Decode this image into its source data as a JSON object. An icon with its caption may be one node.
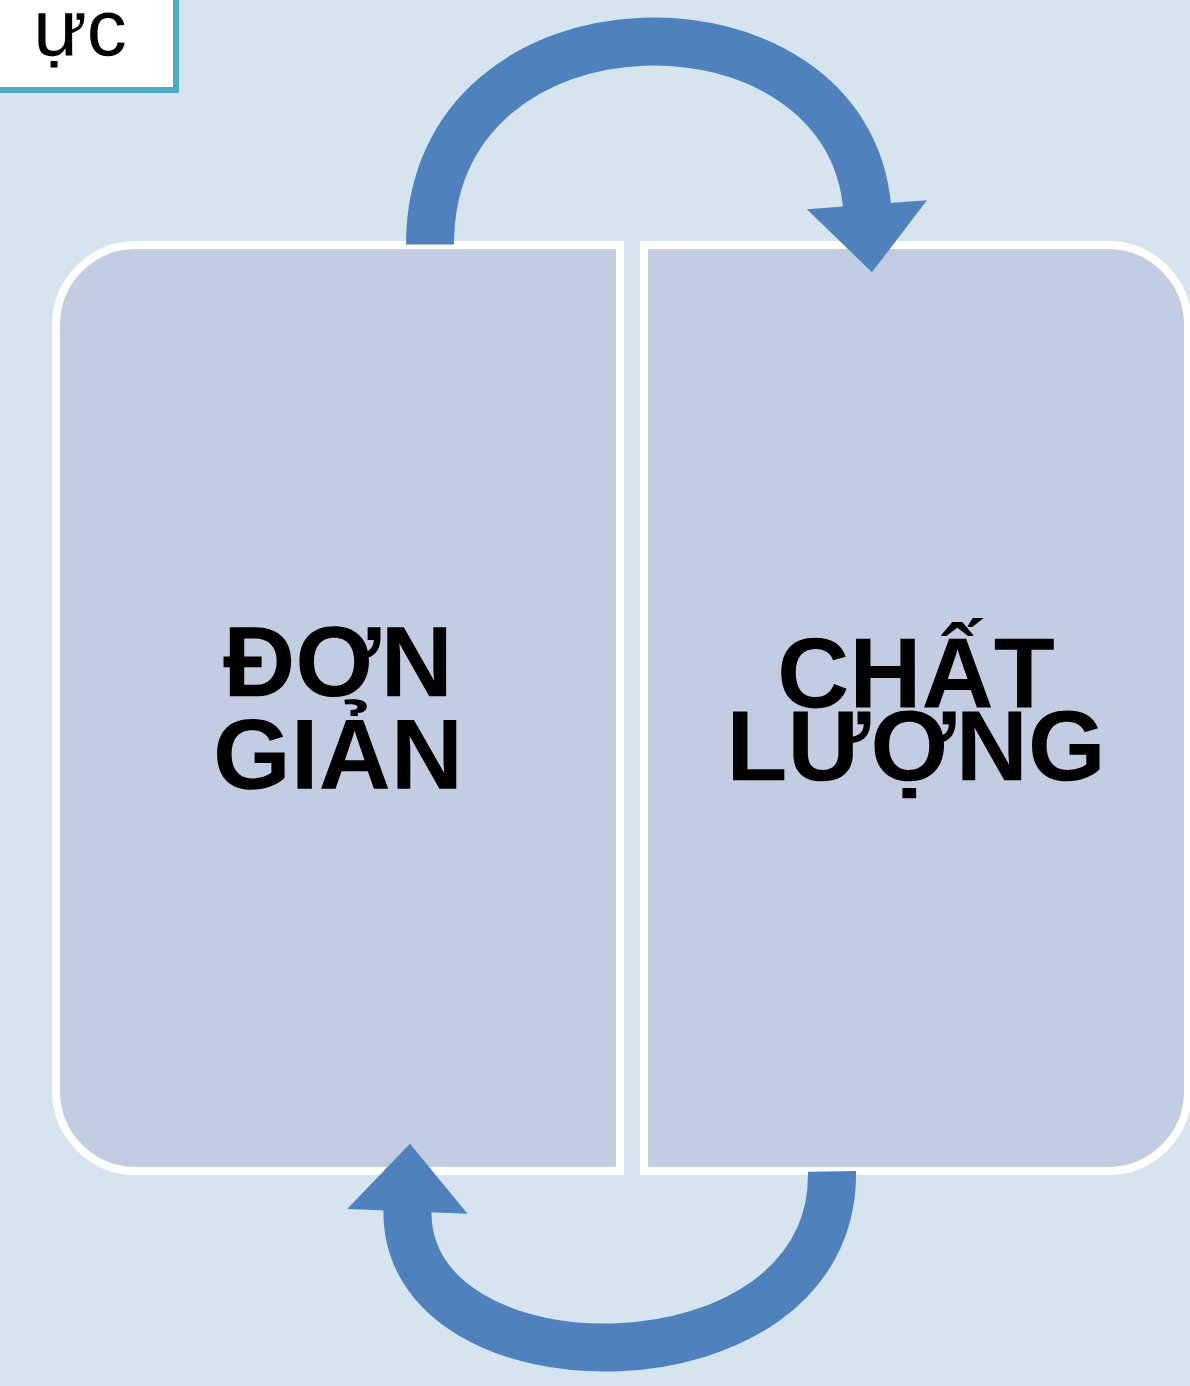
{
  "diagram": {
    "nodes": [
      {
        "text": [
          "ực"
        ]
      },
      {
        "text": [
          "ĐƠN GIẢN"
        ]
      },
      {
        "text": [
          "CHẤT LƯỢNG"
        ]
      }
    ],
    "edges": [
      {
        "from": 1,
        "to": 2,
        "arrow": "to"
      },
      {
        "from": 2,
        "to": 1,
        "arrow": "to"
      }
    ]
  }
}
